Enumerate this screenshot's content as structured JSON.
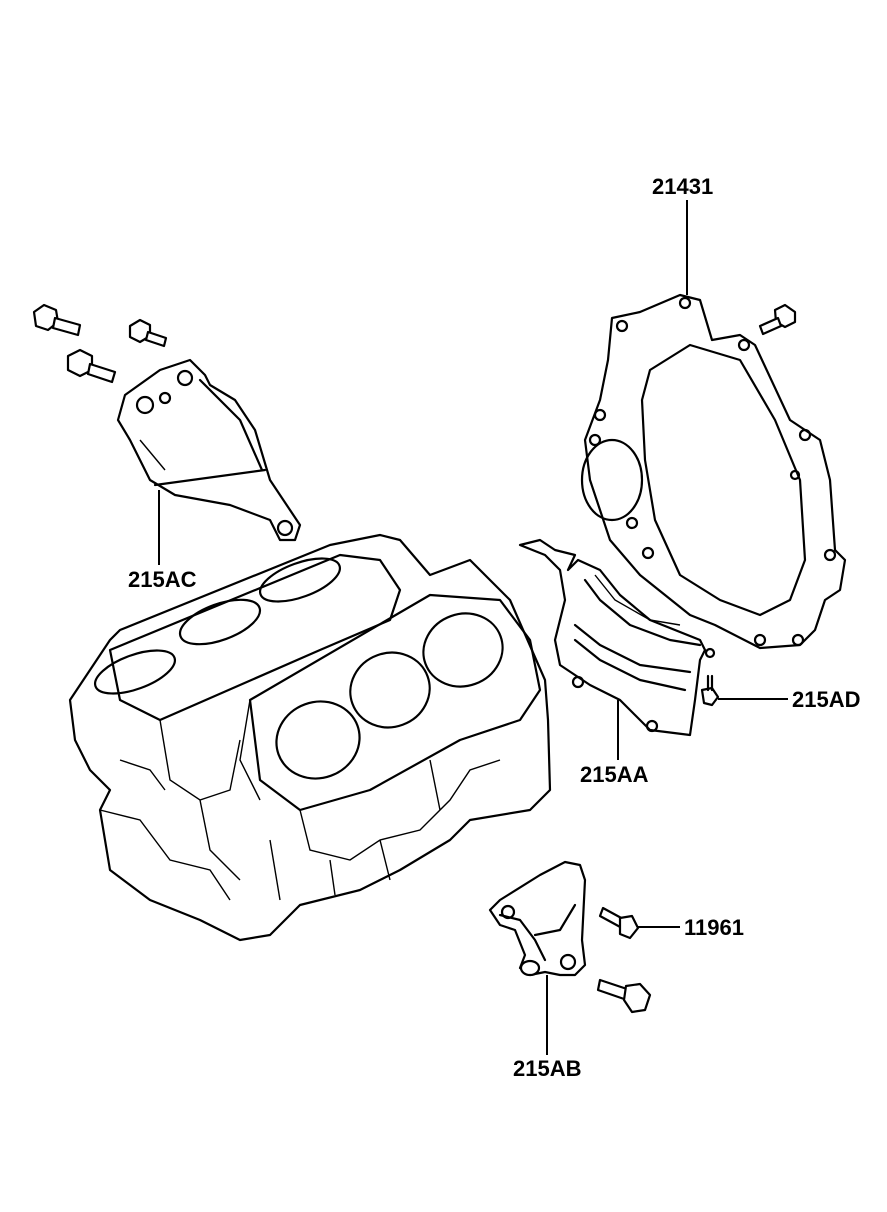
{
  "parts": [
    {
      "id": "gasket",
      "label": "21431"
    },
    {
      "id": "bracket_top_left",
      "label": "215AC"
    },
    {
      "id": "bolt_right",
      "label": "215AD"
    },
    {
      "id": "seal_housing",
      "label": "215AA"
    },
    {
      "id": "bolt_lower",
      "label": "11961"
    },
    {
      "id": "bracket_bottom",
      "label": "215AB"
    }
  ],
  "colors": {
    "line": "#000000",
    "background": "#ffffff"
  }
}
